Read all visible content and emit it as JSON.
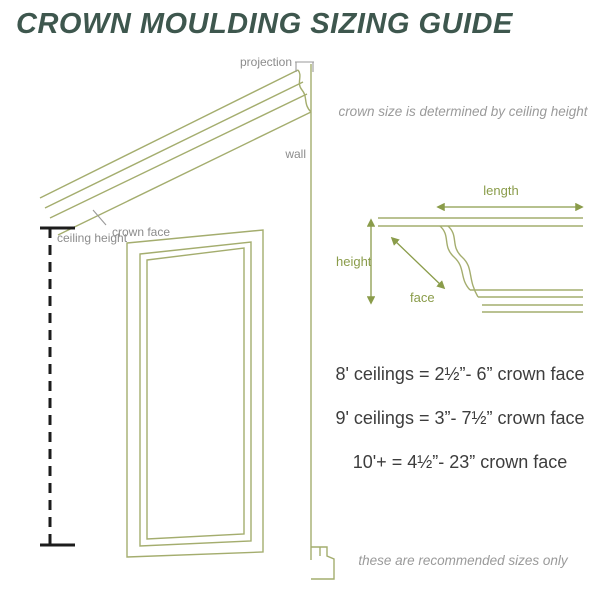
{
  "title": "CROWN MOULDING SIZING GUIDE",
  "subtitle": "crown size is determined by ceiling height",
  "main_diagram": {
    "labels": {
      "projection": "projection",
      "wall": "wall",
      "crown_face": "crown face",
      "ceiling_height": "ceiling height"
    }
  },
  "detail_diagram": {
    "labels": {
      "length": "length",
      "height": "height",
      "face": "face"
    }
  },
  "sizing_rules": [
    "8' ceilings = 2½”- 6” crown face",
    "9' ceilings = 3”- 7½” crown face",
    "10'+ = 4½”- 23” crown face"
  ],
  "footnote": "these are recommended sizes only",
  "colors": {
    "title": "#3e574e",
    "diagram_line_olive": "#a4ad6e",
    "annotation_gray": "#8c8c8c",
    "dimension_black": "#1c1c1c",
    "detail_green": "#8a9c4a",
    "rule_text": "#3d3d3d",
    "background": "#ffffff"
  }
}
